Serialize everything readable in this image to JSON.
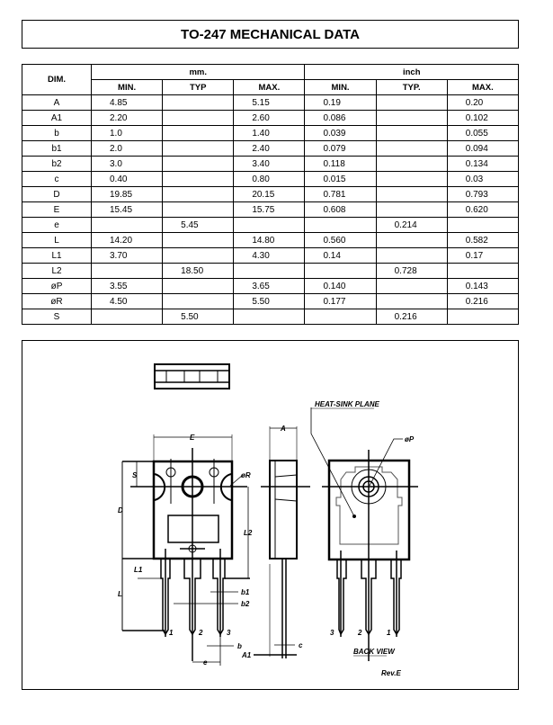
{
  "title": "TO-247 MECHANICAL DATA",
  "table": {
    "dim_header": "DIM.",
    "group_mm": "mm.",
    "group_inch": "inch",
    "sub_headers": [
      "MIN.",
      "TYP",
      "MAX.",
      "MIN.",
      "TYP.",
      "MAX."
    ],
    "rows": [
      [
        "A",
        "4.85",
        "",
        "5.15",
        "0.19",
        "",
        "0.20"
      ],
      [
        "A1",
        "2.20",
        "",
        "2.60",
        "0.086",
        "",
        "0.102"
      ],
      [
        "b",
        "1.0",
        "",
        "1.40",
        "0.039",
        "",
        "0.055"
      ],
      [
        "b1",
        "2.0",
        "",
        "2.40",
        "0.079",
        "",
        "0.094"
      ],
      [
        "b2",
        "3.0",
        "",
        "3.40",
        "0.118",
        "",
        "0.134"
      ],
      [
        "c",
        "0.40",
        "",
        "0.80",
        "0.015",
        "",
        "0.03"
      ],
      [
        "D",
        "19.85",
        "",
        "20.15",
        "0.781",
        "",
        "0.793"
      ],
      [
        "E",
        "15.45",
        "",
        "15.75",
        "0.608",
        "",
        "0.620"
      ],
      [
        "e",
        "",
        "5.45",
        "",
        "",
        "0.214",
        ""
      ],
      [
        "L",
        "14.20",
        "",
        "14.80",
        "0.560",
        "",
        "0.582"
      ],
      [
        "L1",
        "3.70",
        "",
        "4.30",
        "0.14",
        "",
        "0.17"
      ],
      [
        "L2",
        "",
        "18.50",
        "",
        "",
        "0.728",
        ""
      ],
      [
        "øP",
        "3.55",
        "",
        "3.65",
        "0.140",
        "",
        "0.143"
      ],
      [
        "øR",
        "4.50",
        "",
        "5.50",
        "0.177",
        "",
        "0.216"
      ],
      [
        "S",
        "",
        "5.50",
        "",
        "",
        "0.216",
        ""
      ]
    ]
  },
  "drawing": {
    "labels": {
      "E": "E",
      "D": "D",
      "S": "S",
      "R": "øR",
      "L2": "L2",
      "L1": "L1",
      "L": "L",
      "b1": "b1",
      "b2": "b2",
      "b": "b",
      "e": "e",
      "A1": "A1",
      "c": "c",
      "A": "A",
      "P": "øP",
      "heatsink": "HEAT-SINK PLANE",
      "backview": "BACK VIEW",
      "rev": "Rev.E",
      "pin1": "1",
      "pin2": "2",
      "pin3": "3"
    }
  }
}
